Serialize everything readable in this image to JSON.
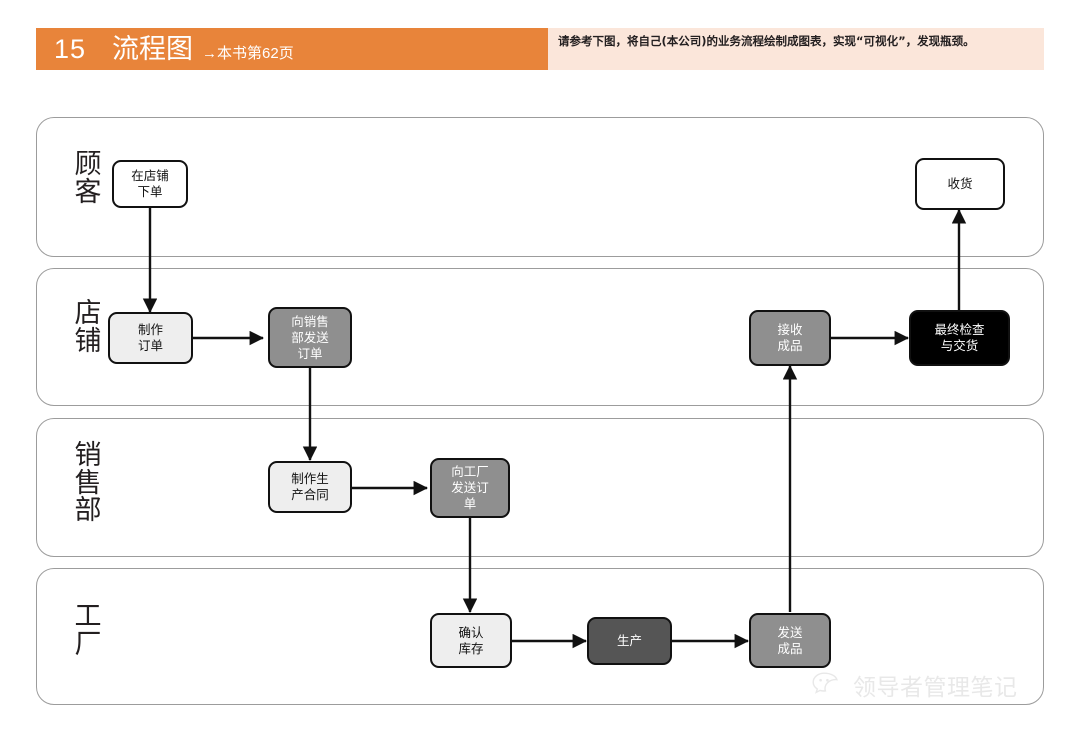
{
  "header": {
    "number": "15",
    "title": "流程图",
    "subtitle": "→本书第62页",
    "description": "请参考下图，将自己(本公司)的业务流程绘制成图表，实现“可视化”，发现瓶颈。",
    "title_bg": "#E8843A",
    "desc_bg": "#FBE6DA",
    "title_color": "#FFFFFF"
  },
  "lanes": [
    {
      "label": "顾\n客"
    },
    {
      "label": "店\n铺"
    },
    {
      "label": "销\n售\n部"
    },
    {
      "label": "工\n厂"
    }
  ],
  "nodes": [
    {
      "label": "在店铺\n下单",
      "lane": "顾客",
      "fill": "#FFFFFF"
    },
    {
      "label": "收货",
      "lane": "顾客",
      "fill": "#FFFFFF"
    },
    {
      "label": "制作\n订单",
      "lane": "店铺",
      "fill": "#EEEEEE"
    },
    {
      "label": "向销售\n部发送\n订单",
      "lane": "店铺",
      "fill": "#8F8F8F"
    },
    {
      "label": "接收\n成品",
      "lane": "店铺",
      "fill": "#8F8F8F"
    },
    {
      "label": "最终检查\n与交货",
      "lane": "店铺",
      "fill": "#000000"
    },
    {
      "label": "制作生\n产合同",
      "lane": "销售部",
      "fill": "#EEEEEE"
    },
    {
      "label": "向工厂\n发送订\n单",
      "lane": "销售部",
      "fill": "#8F8F8F"
    },
    {
      "label": "确认\n库存",
      "lane": "工厂",
      "fill": "#EEEEEE"
    },
    {
      "label": "生产",
      "lane": "工厂",
      "fill": "#555555"
    },
    {
      "label": "发送\n成品",
      "lane": "工厂",
      "fill": "#8F8F8F"
    }
  ],
  "watermark": {
    "text": "领导者管理笔记",
    "icon": "wechat-icon"
  }
}
